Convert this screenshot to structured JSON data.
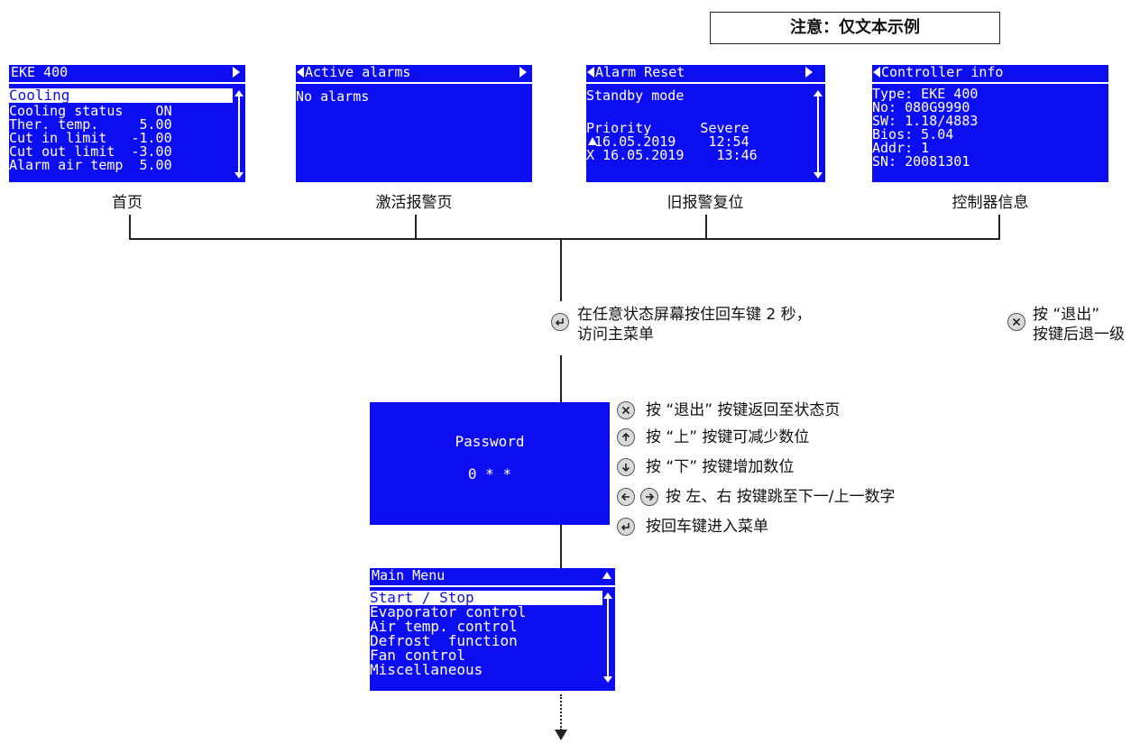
{
  "notice": "注意：仅文本示例",
  "screens": {
    "home": {
      "title": "EKE 400",
      "lines": [
        "Cooling",
        "Cooling status    ON",
        "Ther. temp.     5.00",
        "Cut in limit   -1.00",
        "Cut out limit  -3.00",
        "Alarm air temp  5.00"
      ],
      "caption": "首页"
    },
    "active_alarms": {
      "title": "Active alarms",
      "lines": [
        "No alarms"
      ],
      "caption": "激活报警页"
    },
    "alarm_reset": {
      "title": "Alarm Reset",
      "lines": [
        "Standby mode",
        "Priority      Severe",
        " 16.05.2019    12:54",
        "X 16.05.2019    13:46"
      ],
      "caption": "旧报警复位"
    },
    "controller_info": {
      "title": "Controller info",
      "lines": [
        "Type: EKE 400",
        "No: 080G9990",
        "SW: 1.18/4883",
        "Bios: 5.04",
        "Addr: 1",
        "SN: 20081301"
      ],
      "caption": "控制器信息"
    },
    "password": {
      "label": "Password",
      "value": "0 * *"
    },
    "main_menu": {
      "title": "Main Menu",
      "items": [
        "Start / Stop",
        "Evaporator control",
        "Air temp. control",
        "Defrost  function",
        "Fan control",
        "Miscellaneous"
      ]
    }
  },
  "notes": {
    "enter_hold_1": "在任意状态屏幕按住回车键 2 秒，",
    "enter_hold_2": "访问主菜单",
    "back_level_1": "按 “退出”",
    "back_level_2": "按键后退一级",
    "pw_exit": "按 “退出” 按键返回至状态页",
    "pw_up": "按 “上” 按键可减少数位",
    "pw_down": "按 “下” 按键增加数位",
    "pw_leftright": "按 左、右 按键跳至下一/上一数字",
    "pw_enter": "按回车键进入菜单"
  },
  "icons": [
    "enter-icon",
    "close-icon",
    "arrow-up-icon",
    "arrow-down-icon",
    "arrow-left-icon",
    "arrow-right-icon"
  ],
  "colors": {
    "screen_blue": "#0d0df2",
    "icon_gray": "#d9d9d9"
  }
}
